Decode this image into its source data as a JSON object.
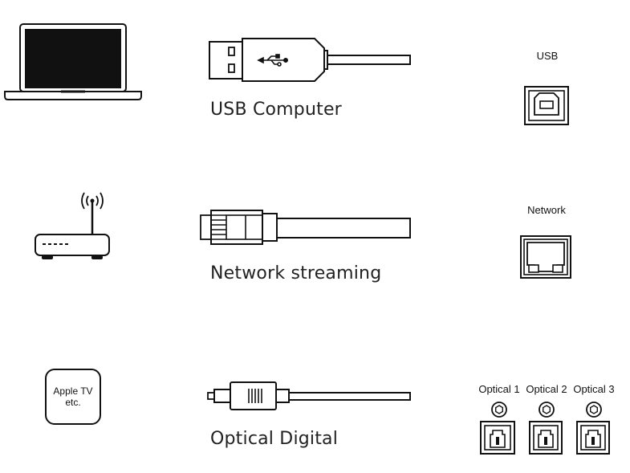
{
  "rows": [
    {
      "source_icon": "laptop-icon",
      "cable_icon": "usb-a-connector-icon",
      "caption": "USB Computer",
      "port_label": "USB",
      "port_icon": "usb-b-port-icon"
    },
    {
      "source_icon": "router-icon",
      "cable_icon": "rj45-connector-icon",
      "caption": "Network streaming",
      "port_label": "Network",
      "port_icon": "ethernet-port-icon"
    },
    {
      "source_icon": "media-box-icon",
      "source_text": [
        "Apple TV",
        "etc."
      ],
      "cable_icon": "toslink-connector-icon",
      "caption": "Optical Digital",
      "port_labels": [
        "Optical 1",
        "Optical 2",
        "Optical 3"
      ],
      "port_icon": "optical-port-icon"
    }
  ],
  "colors": {
    "line": "#111111",
    "screen": "#111111",
    "background": "#ffffff"
  }
}
